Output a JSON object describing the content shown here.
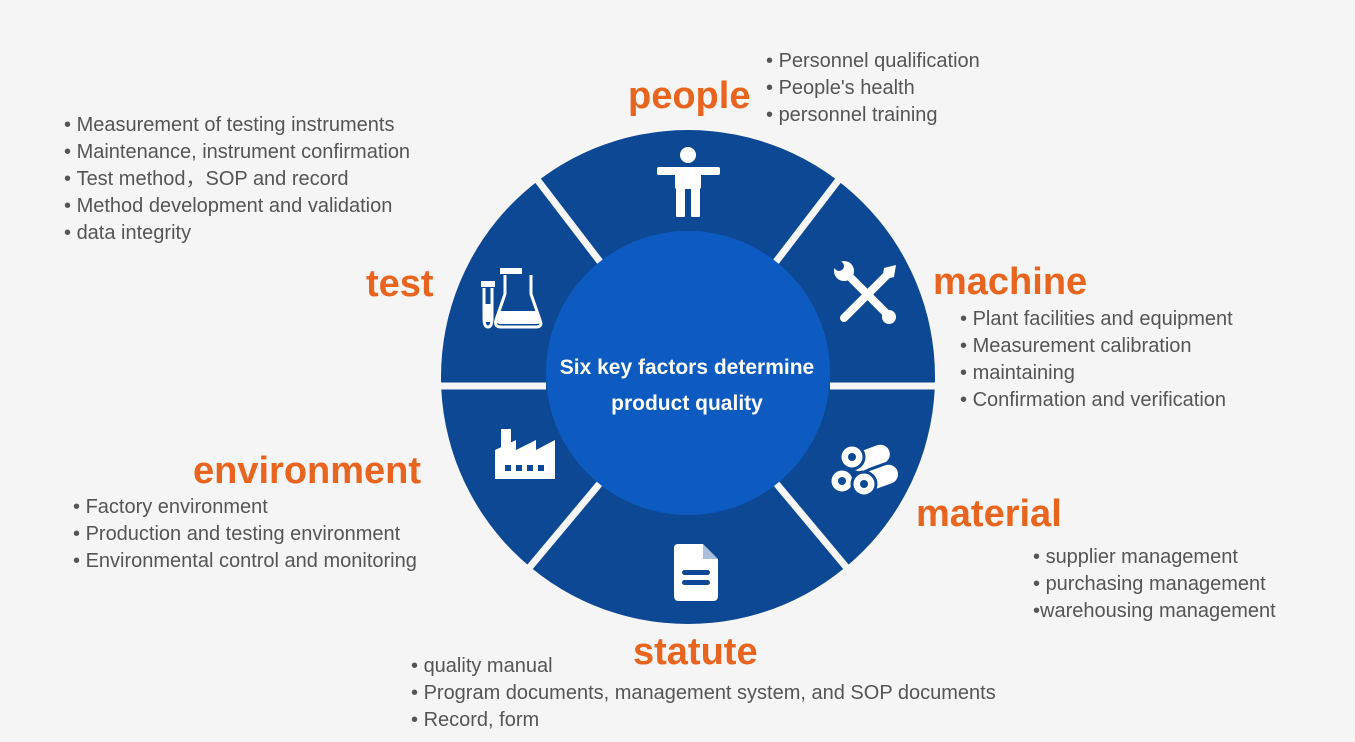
{
  "center": {
    "line1": "Six key factors determine",
    "line2": "product quality"
  },
  "colors": {
    "ring": "#0c4894",
    "center": "#0d5bc0",
    "divider": "#f5f5f5",
    "accent": "#e8641f",
    "text": "#555555"
  },
  "factors": {
    "people": {
      "title": "people",
      "icon": "person-icon",
      "items": [
        "Personnel qualification",
        "People's health",
        "personnel training"
      ]
    },
    "machine": {
      "title": "machine",
      "icon": "tools-icon",
      "items": [
        "Plant facilities and equipment",
        "Measurement calibration",
        "maintaining",
        "Confirmation and verification"
      ]
    },
    "material": {
      "title": "material",
      "icon": "material-logs-icon",
      "items": [
        "supplier management",
        "purchasing management",
        "warehousing management"
      ]
    },
    "statute": {
      "title": "statute",
      "icon": "document-icon",
      "items": [
        "quality manual",
        "Program documents, management system, and SOP documents",
        "Record, form"
      ]
    },
    "environment": {
      "title": "environment",
      "icon": "factory-icon",
      "items": [
        "Factory environment",
        "Production and testing environment",
        "Environmental control and monitoring"
      ]
    },
    "test": {
      "title": "test",
      "icon": "lab-flask-icon",
      "items": [
        "Measurement of testing instruments",
        "Maintenance, instrument confirmation",
        "Test method，SOP and record",
        "Method development and validation",
        "data integrity"
      ]
    }
  }
}
